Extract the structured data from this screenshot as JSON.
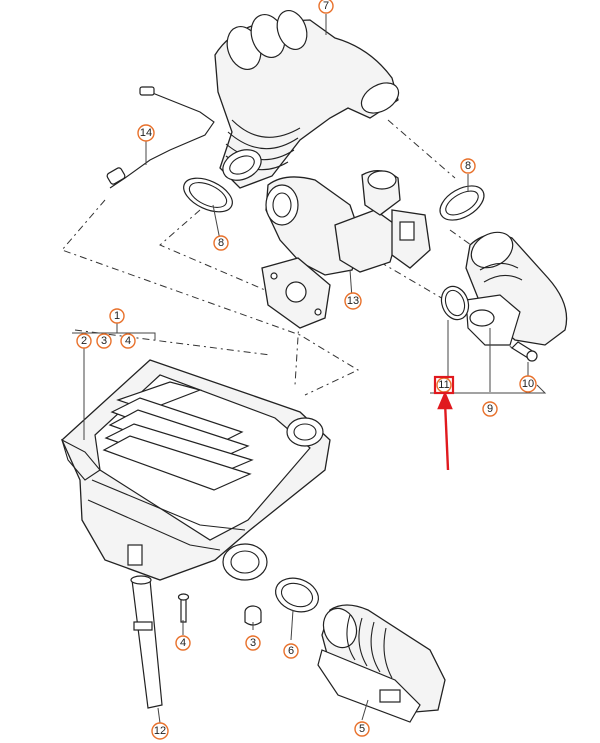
{
  "callouts": [
    {
      "id": "c7",
      "label": "7"
    },
    {
      "id": "c14",
      "label": "14"
    },
    {
      "id": "c8a",
      "label": "8"
    },
    {
      "id": "c8b",
      "label": "8"
    },
    {
      "id": "c13",
      "label": "13"
    },
    {
      "id": "c1",
      "label": "1"
    },
    {
      "id": "c2",
      "label": "2"
    },
    {
      "id": "c3a",
      "label": "3"
    },
    {
      "id": "c4a",
      "label": "4"
    },
    {
      "id": "c11",
      "label": "11"
    },
    {
      "id": "c9",
      "label": "9"
    },
    {
      "id": "c10",
      "label": "10"
    },
    {
      "id": "c4b",
      "label": "4"
    },
    {
      "id": "c3b",
      "label": "3"
    },
    {
      "id": "c6",
      "label": "6"
    },
    {
      "id": "c12",
      "label": "12"
    },
    {
      "id": "c5",
      "label": "5"
    }
  ],
  "highlight": {
    "part": "11",
    "color": "#e0191e"
  },
  "accent_color": "#e8702a"
}
